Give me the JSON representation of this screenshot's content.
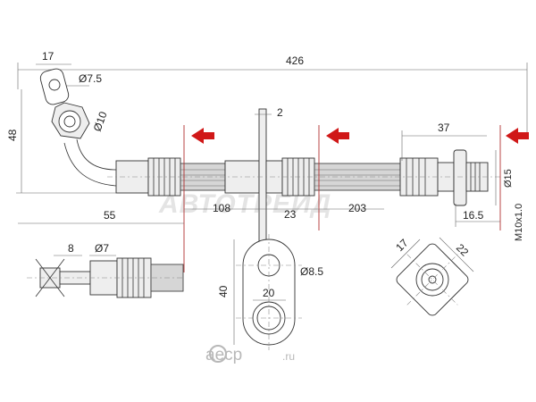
{
  "watermark": {
    "text": "АВТОТРЕЙД"
  },
  "logo": {
    "text": "aecp",
    "suffix": ".ru"
  },
  "dimensions": {
    "overall_length": "426",
    "eye_width": "17",
    "eye_hole": "Ø7.5",
    "fitting_dia": "Ø10",
    "height": "48",
    "bracket_thickness": "2",
    "end_length": "37",
    "end_dia": "Ø15",
    "first_segment": "55",
    "hose_left": "108",
    "bracket_width": "23",
    "hose_right": "203",
    "thread_length": "16.5",
    "thread": "M10x1.0",
    "side_width": "8",
    "side_dia": "Ø7",
    "plate_height": "40",
    "plate_width": "20",
    "plate_hole": "Ø8.5",
    "nut_width": "17",
    "nut_diag": "22"
  },
  "colors": {
    "arrow": "#d01818",
    "hose": "#d6d6d6",
    "line": "#333333"
  }
}
